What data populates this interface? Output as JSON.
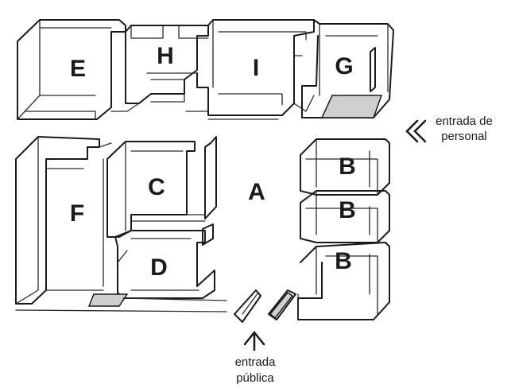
{
  "rooms": {
    "E": "E",
    "H": "H",
    "I": "I",
    "G": "G",
    "F": "F",
    "C": "C",
    "D": "D",
    "A": "A",
    "B1": "B",
    "B2": "B",
    "B3": "B"
  },
  "labels": {
    "staff_entrance_line1": "entrada de",
    "staff_entrance_line2": "personal",
    "public_entrance_line1": "entrada",
    "public_entrance_line2": "pública"
  }
}
